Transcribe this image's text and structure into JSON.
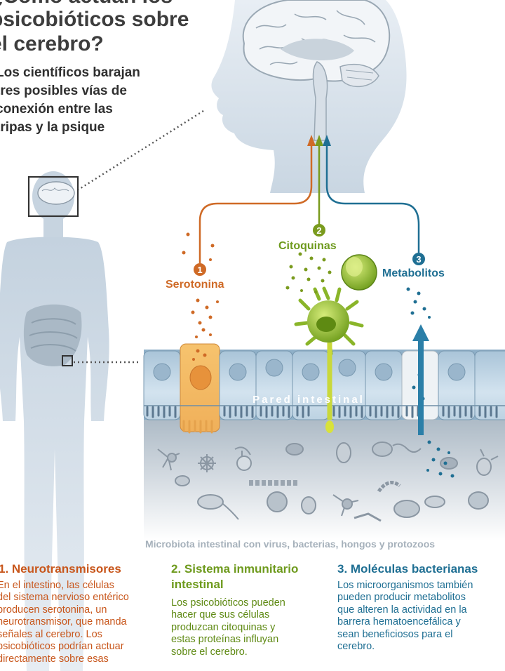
{
  "header": {
    "title_lines": [
      "¿Cómo actúan los",
      "psicobióticos sobre",
      "el cerebro?"
    ],
    "intro_lines": [
      "Los científicos barajan",
      "tres posibles vías de",
      "conexión entre las",
      "tripas y la psique"
    ]
  },
  "pathways": [
    {
      "number": "1",
      "label": "Serotonina",
      "color": "#cf6a26"
    },
    {
      "number": "2",
      "label": "Citoquinas",
      "color": "#7a9b1e"
    },
    {
      "number": "3",
      "label": "Metabolitos",
      "color": "#1f6f93"
    }
  ],
  "wall_label": "Pared intestinal",
  "microbiota_caption": "Microbiota intestinal con virus, bacterias, hongos y protozoos",
  "columns": [
    {
      "heading_lines": [
        "1. Neurotransmisores"
      ],
      "heading_color": "#c8561b",
      "body_color": "#c8561b",
      "body_lines": [
        "En el intestino, las células",
        "del sistema nervioso entérico",
        "producen serotonina, un",
        "neurotransmisor, que manda",
        "señales al cerebro. Los",
        "psicobióticos podrían actuar",
        "directamente sobre esas"
      ]
    },
    {
      "heading_lines": [
        "2. Sistema inmunitario",
        "intestinal"
      ],
      "heading_color": "#6e9a1d",
      "body_color": "#5f8a14",
      "body_lines": [
        "Los psicobióticos pueden",
        "hacer que sus células",
        "produzcan citoquinas y",
        "estas proteínas influyan",
        "sobre el cerebro."
      ]
    },
    {
      "heading_lines": [
        "3. Moléculas bacterianas"
      ],
      "heading_color": "#1f6f93",
      "body_color": "#1f6f93",
      "body_lines": [
        "Los microorganismos también",
        "pueden producir metabolitos",
        "que alteren la actividad en la",
        "barrera hematoencefálica y",
        "sean beneficiosos para el",
        "cerebro."
      ]
    }
  ]
}
